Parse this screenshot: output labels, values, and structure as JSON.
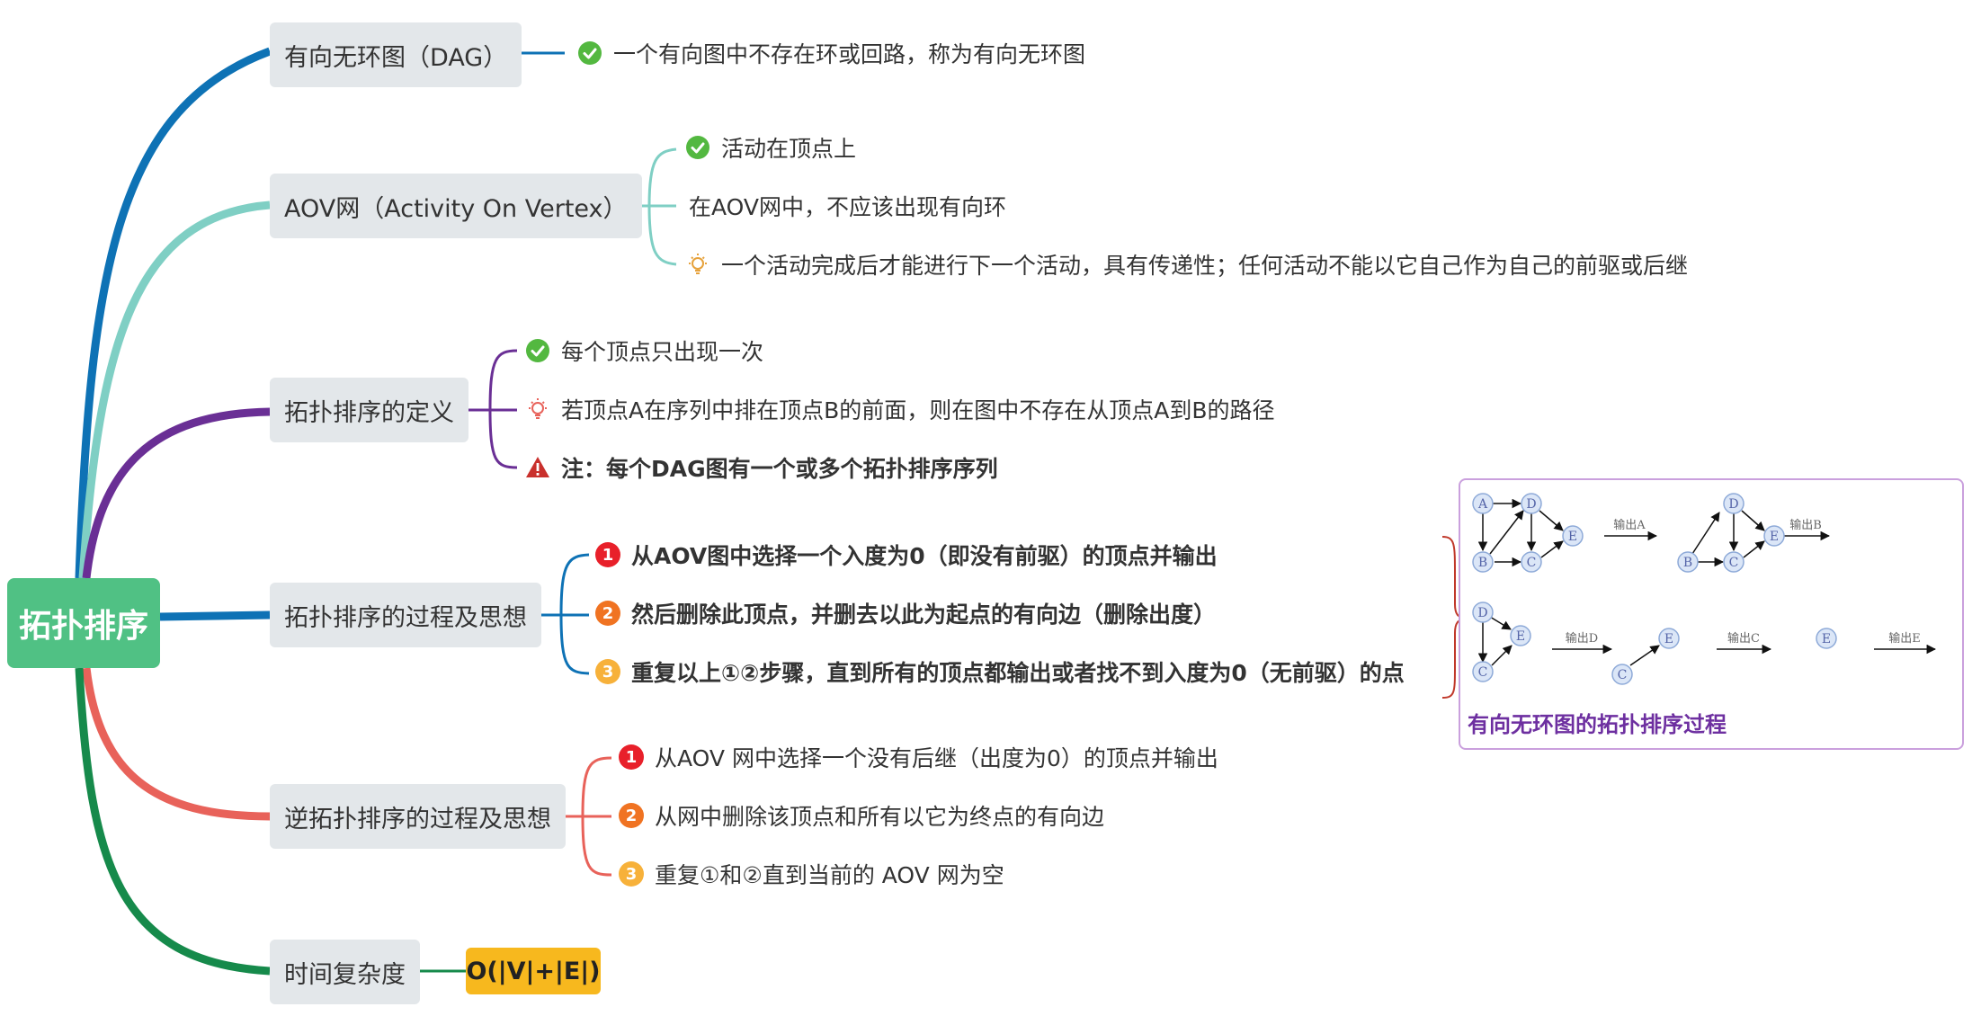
{
  "root": {
    "label": "拓扑排序"
  },
  "branches": [
    {
      "label": "有向无环图（DAG）",
      "color": "#0e72b5",
      "items": [
        {
          "icon": "check-icon",
          "text": "一个有向图中不存在环或回路，称为有向无环图"
        }
      ]
    },
    {
      "label": "AOV网（Activity On Vertex）",
      "color": "#7fcfc4",
      "items": [
        {
          "icon": "check-icon",
          "text": "活动在顶点上"
        },
        {
          "icon": "",
          "text": "在AOV网中，不应该出现有向环"
        },
        {
          "icon": "bulb-icon",
          "text": "一个活动完成后才能进行下一个活动，具有传递性；任何活动不能以它自己作为自己的前驱或后继"
        }
      ]
    },
    {
      "label": "拓扑排序的定义",
      "color": "#6a2f95",
      "items": [
        {
          "icon": "check-icon",
          "text": "每个顶点只出现一次"
        },
        {
          "icon": "bulb-icon",
          "text": "若顶点A在序列中排在顶点B的前面，则在图中不存在从顶点A到B的路径"
        },
        {
          "icon": "warning-icon",
          "text": "注：每个DAG图有一个或多个拓扑排序序列"
        }
      ]
    },
    {
      "label": "拓扑排序的过程及思想",
      "color": "#0e72b5",
      "items": [
        {
          "icon": "number-1-icon",
          "badge": "1",
          "text": "从AOV图中选择一个入度为0（即没有前驱）的顶点并输出"
        },
        {
          "icon": "number-2-icon",
          "badge": "2",
          "text": "然后删除此顶点，并删去以此为起点的有向边（删除出度）"
        },
        {
          "icon": "number-3-icon",
          "badge": "3",
          "text": "重复以上①②步骤，直到所有的顶点都输出或者找不到入度为0（无前驱）的点"
        }
      ]
    },
    {
      "label": "逆拓扑排序的过程及思想",
      "color": "#e8625a",
      "items": [
        {
          "icon": "number-1-icon",
          "badge": "1",
          "text": "从AOV 网中选择一个没有后继（出度为0）的顶点并输出"
        },
        {
          "icon": "number-2-icon",
          "badge": "2",
          "text": "从网中删除该顶点和所有以它为终点的有向边"
        },
        {
          "icon": "number-3-icon",
          "badge": "3",
          "text": "重复①和②直到当前的 AOV 网为空"
        }
      ]
    },
    {
      "label": "时间复杂度",
      "color": "#168a4b",
      "items": [
        {
          "text": "O(|V|+|E|)"
        }
      ]
    }
  ],
  "image_panel": {
    "caption": "有向无环图的拓扑排序过程",
    "nodes": {
      "a": "A",
      "b": "B",
      "c": "C",
      "d": "D",
      "e": "E"
    },
    "step_labels": [
      "输出A",
      "输出B",
      "输出D",
      "输出C",
      "输出E"
    ]
  },
  "colors": {
    "badge1": "#e8202a",
    "badge2": "#f07322",
    "badge3": "#f7b13a",
    "check": "#53b840",
    "bulb": "#e6a23c",
    "warning": "#c9302c"
  }
}
